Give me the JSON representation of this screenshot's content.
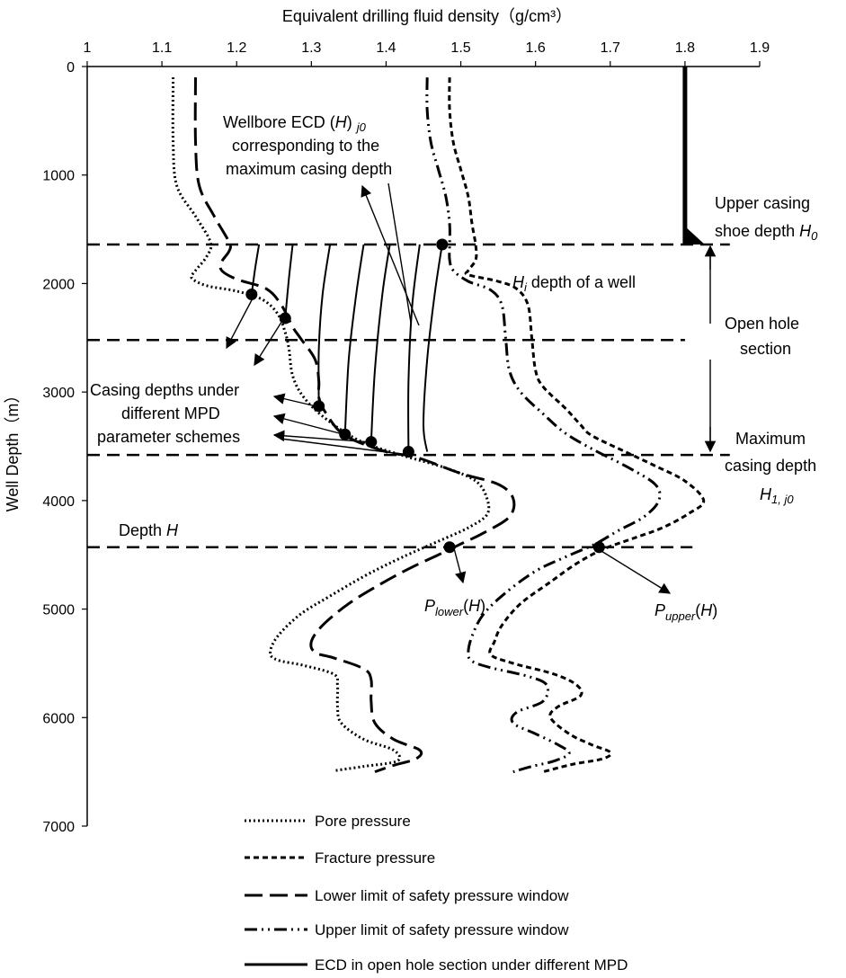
{
  "chart_data": {
    "type": "line",
    "title": "",
    "xlabel": "Equivalent drilling fluid density（g/cm³）",
    "ylabel": "Well Depth（m）",
    "xlim": [
      1,
      1.9
    ],
    "ylim": [
      0,
      7000
    ],
    "x_axis_position": "top",
    "y_inverted": true,
    "x_ticks": [
      "1",
      "1.1",
      "1.2",
      "1.3",
      "1.4",
      "1.5",
      "1.6",
      "1.7",
      "1.8",
      "1.9"
    ],
    "y_ticks": [
      "0",
      "1000",
      "2000",
      "3000",
      "4000",
      "5000",
      "6000",
      "7000"
    ],
    "grid": false,
    "legend_position": "bottom",
    "series": [
      {
        "name": "Pore pressure",
        "style": "dotted",
        "points": [
          [
            1.115,
            100
          ],
          [
            1.115,
            700
          ],
          [
            1.12,
            1100
          ],
          [
            1.145,
            1380
          ],
          [
            1.165,
            1620
          ],
          [
            1.16,
            1750
          ],
          [
            1.145,
            1880
          ],
          [
            1.14,
            1950
          ],
          [
            1.16,
            2020
          ],
          [
            1.2,
            2070
          ],
          [
            1.235,
            2150
          ],
          [
            1.255,
            2280
          ],
          [
            1.265,
            2450
          ],
          [
            1.27,
            2600
          ],
          [
            1.275,
            2850
          ],
          [
            1.29,
            3050
          ],
          [
            1.32,
            3250
          ],
          [
            1.365,
            3450
          ],
          [
            1.42,
            3580
          ],
          [
            1.48,
            3700
          ],
          [
            1.52,
            3820
          ],
          [
            1.535,
            3980
          ],
          [
            1.535,
            4130
          ],
          [
            1.51,
            4250
          ],
          [
            1.475,
            4360
          ],
          [
            1.445,
            4450
          ],
          [
            1.41,
            4560
          ],
          [
            1.37,
            4700
          ],
          [
            1.325,
            4880
          ],
          [
            1.285,
            5050
          ],
          [
            1.255,
            5250
          ],
          [
            1.245,
            5400
          ],
          [
            1.255,
            5470
          ],
          [
            1.29,
            5520
          ],
          [
            1.33,
            5600
          ],
          [
            1.335,
            5700
          ],
          [
            1.335,
            5900
          ],
          [
            1.34,
            6050
          ],
          [
            1.37,
            6200
          ],
          [
            1.41,
            6300
          ],
          [
            1.415,
            6400
          ],
          [
            1.37,
            6450
          ],
          [
            1.33,
            6490
          ]
        ]
      },
      {
        "name": "Fracture pressure",
        "style": "dashed",
        "points": [
          [
            1.485,
            100
          ],
          [
            1.485,
            400
          ],
          [
            1.49,
            700
          ],
          [
            1.5,
            950
          ],
          [
            1.51,
            1200
          ],
          [
            1.515,
            1450
          ],
          [
            1.52,
            1650
          ],
          [
            1.52,
            1780
          ],
          [
            1.51,
            1880
          ],
          [
            1.51,
            1920
          ],
          [
            1.55,
            1980
          ],
          [
            1.575,
            2050
          ],
          [
            1.59,
            2200
          ],
          [
            1.595,
            2500
          ],
          [
            1.6,
            2800
          ],
          [
            1.61,
            2950
          ],
          [
            1.64,
            3150
          ],
          [
            1.66,
            3300
          ],
          [
            1.675,
            3400
          ],
          [
            1.72,
            3550
          ],
          [
            1.76,
            3680
          ],
          [
            1.8,
            3820
          ],
          [
            1.825,
            4000
          ],
          [
            1.805,
            4120
          ],
          [
            1.77,
            4250
          ],
          [
            1.73,
            4350
          ],
          [
            1.69,
            4450
          ],
          [
            1.655,
            4580
          ],
          [
            1.62,
            4750
          ],
          [
            1.58,
            4950
          ],
          [
            1.555,
            5150
          ],
          [
            1.545,
            5300
          ],
          [
            1.54,
            5420
          ],
          [
            1.57,
            5500
          ],
          [
            1.625,
            5600
          ],
          [
            1.655,
            5700
          ],
          [
            1.66,
            5800
          ],
          [
            1.63,
            5900
          ],
          [
            1.62,
            6000
          ],
          [
            1.645,
            6150
          ],
          [
            1.675,
            6250
          ],
          [
            1.7,
            6320
          ],
          [
            1.69,
            6380
          ],
          [
            1.65,
            6430
          ],
          [
            1.61,
            6500
          ]
        ]
      },
      {
        "name": "Lower limit of safety pressure window",
        "style": "longdash",
        "points": [
          [
            1.145,
            100
          ],
          [
            1.145,
            700
          ],
          [
            1.15,
            1100
          ],
          [
            1.17,
            1380
          ],
          [
            1.19,
            1620
          ],
          [
            1.19,
            1700
          ],
          [
            1.18,
            1800
          ],
          [
            1.18,
            1880
          ],
          [
            1.2,
            1960
          ],
          [
            1.24,
            2050
          ],
          [
            1.26,
            2200
          ],
          [
            1.275,
            2400
          ],
          [
            1.285,
            2500
          ],
          [
            1.305,
            2700
          ],
          [
            1.31,
            2900
          ],
          [
            1.31,
            3050
          ],
          [
            1.32,
            3200
          ],
          [
            1.345,
            3400
          ],
          [
            1.4,
            3550
          ],
          [
            1.44,
            3600
          ],
          [
            1.5,
            3750
          ],
          [
            1.55,
            3850
          ],
          [
            1.57,
            3980
          ],
          [
            1.565,
            4150
          ],
          [
            1.53,
            4300
          ],
          [
            1.5,
            4400
          ],
          [
            1.47,
            4500
          ],
          [
            1.43,
            4630
          ],
          [
            1.39,
            4780
          ],
          [
            1.35,
            4950
          ],
          [
            1.315,
            5150
          ],
          [
            1.3,
            5300
          ],
          [
            1.305,
            5400
          ],
          [
            1.33,
            5450
          ],
          [
            1.37,
            5550
          ],
          [
            1.38,
            5650
          ],
          [
            1.38,
            5850
          ],
          [
            1.385,
            6050
          ],
          [
            1.41,
            6200
          ],
          [
            1.445,
            6300
          ],
          [
            1.44,
            6380
          ],
          [
            1.41,
            6440
          ],
          [
            1.385,
            6500
          ]
        ]
      },
      {
        "name": "Upper limit of safety pressure window",
        "style": "dashdotdot",
        "points": [
          [
            1.455,
            100
          ],
          [
            1.455,
            400
          ],
          [
            1.46,
            700
          ],
          [
            1.47,
            950
          ],
          [
            1.48,
            1200
          ],
          [
            1.485,
            1450
          ],
          [
            1.485,
            1650
          ],
          [
            1.485,
            1780
          ],
          [
            1.49,
            1880
          ],
          [
            1.51,
            1980
          ],
          [
            1.54,
            2060
          ],
          [
            1.555,
            2200
          ],
          [
            1.56,
            2500
          ],
          [
            1.565,
            2800
          ],
          [
            1.58,
            3000
          ],
          [
            1.61,
            3200
          ],
          [
            1.64,
            3380
          ],
          [
            1.68,
            3540
          ],
          [
            1.72,
            3680
          ],
          [
            1.76,
            3850
          ],
          [
            1.765,
            4000
          ],
          [
            1.745,
            4150
          ],
          [
            1.71,
            4280
          ],
          [
            1.68,
            4400
          ],
          [
            1.64,
            4520
          ],
          [
            1.6,
            4650
          ],
          [
            1.56,
            4850
          ],
          [
            1.53,
            5050
          ],
          [
            1.515,
            5250
          ],
          [
            1.51,
            5400
          ],
          [
            1.515,
            5480
          ],
          [
            1.54,
            5540
          ],
          [
            1.59,
            5620
          ],
          [
            1.615,
            5700
          ],
          [
            1.61,
            5850
          ],
          [
            1.575,
            5950
          ],
          [
            1.57,
            6050
          ],
          [
            1.6,
            6150
          ],
          [
            1.63,
            6250
          ],
          [
            1.645,
            6330
          ],
          [
            1.625,
            6400
          ],
          [
            1.595,
            6450
          ],
          [
            1.57,
            6500
          ]
        ]
      },
      {
        "name": "ECD in open hole section under different MPD",
        "style": "solid",
        "curves": [
          [
            [
              1.23,
              1640
            ],
            [
              1.225,
              1850
            ],
            [
              1.22,
              2100
            ]
          ],
          [
            [
              1.275,
              1640
            ],
            [
              1.27,
              1950
            ],
            [
              1.265,
              2320
            ]
          ],
          [
            [
              1.325,
              1640
            ],
            [
              1.315,
              2100
            ],
            [
              1.31,
              2600
            ],
            [
              1.31,
              3130
            ]
          ],
          [
            [
              1.37,
              1640
            ],
            [
              1.36,
              2100
            ],
            [
              1.35,
              2700
            ],
            [
              1.345,
              3390
            ]
          ],
          [
            [
              1.405,
              1640
            ],
            [
              1.395,
              2100
            ],
            [
              1.385,
              2800
            ],
            [
              1.38,
              3460
            ]
          ],
          [
            [
              1.445,
              1640
            ],
            [
              1.435,
              2200
            ],
            [
              1.43,
              2900
            ],
            [
              1.43,
              3550
            ]
          ],
          [
            [
              1.475,
              1640
            ],
            [
              1.465,
              2100
            ],
            [
              1.455,
              2700
            ],
            [
              1.45,
              3300
            ],
            [
              1.455,
              3550
            ]
          ]
        ]
      }
    ],
    "reference_lines": [
      {
        "type": "horizontal",
        "y": 1640,
        "x_range": [
          1,
          1.86
        ]
      },
      {
        "type": "horizontal",
        "y": 2520,
        "x_range": [
          1,
          1.8
        ]
      },
      {
        "type": "horizontal",
        "y": 3580,
        "x_range": [
          1,
          1.86
        ]
      },
      {
        "type": "horizontal",
        "y": 4430,
        "x_range": [
          1,
          1.81
        ]
      }
    ],
    "upper_casing": {
      "x": 1.8,
      "y_range": [
        0,
        1640
      ]
    },
    "casing_points": [
      [
        1.22,
        2100
      ],
      [
        1.265,
        2320
      ],
      [
        1.31,
        3130
      ],
      [
        1.345,
        3390
      ],
      [
        1.38,
        3460
      ],
      [
        1.43,
        3550
      ],
      [
        1.475,
        1640
      ]
    ],
    "window_points": [
      [
        1.485,
        4430
      ],
      [
        1.685,
        4430
      ]
    ],
    "annotations": [
      {
        "id": "ecd",
        "lines": [
          "Wellbore ECD (H) j0",
          "corresponding to the",
          "maximum casing depth"
        ]
      },
      {
        "id": "upper-shoe",
        "lines": [
          "Upper casing",
          "shoe depth H0"
        ]
      },
      {
        "id": "hi",
        "text": "Hi depth of a well"
      },
      {
        "id": "open-hole",
        "lines": [
          "Open hole",
          "section"
        ]
      },
      {
        "id": "casing-depths",
        "lines": [
          "Casing depths under",
          "different MPD",
          "parameter schemes"
        ]
      },
      {
        "id": "max-casing",
        "lines": [
          "Maximum",
          "casing depth",
          "H1, j0"
        ]
      },
      {
        "id": "depth-h",
        "text": "Depth H"
      },
      {
        "id": "p-lower",
        "text": "Plower(H)"
      },
      {
        "id": "p-upper",
        "text": "Pupper(H)"
      }
    ]
  },
  "labels": {
    "xlabel": "Equivalent drilling fluid density（g/cm³）",
    "ylabel": "Well Depth（m）",
    "ecd_l1": "Wellbore ECD (",
    "ecd_H": "H",
    "ecd_sub": "j0",
    "ecd_l2": "corresponding to the",
    "ecd_l3": "maximum casing depth",
    "shoe_l1": "Upper casing",
    "shoe_l2": "shoe depth ",
    "shoe_H": "H",
    "shoe_sub": "0",
    "hi_H": "H",
    "hi_sub": "i",
    "hi_rest": " depth of a well",
    "open_l1": "Open hole",
    "open_l2": "section",
    "casing_l1": "Casing depths under",
    "casing_l2": "different MPD",
    "casing_l3": "parameter schemes",
    "max_l1": "Maximum",
    "max_l2": "casing depth",
    "max_H": "H",
    "max_sub": "1, j0",
    "depth_l": "Depth ",
    "depth_H": "H",
    "plow_P": "P",
    "plow_sub": "lower",
    "plow_H": "H",
    "pup_P": "P",
    "pup_sub": "upper",
    "pup_H": "H"
  }
}
